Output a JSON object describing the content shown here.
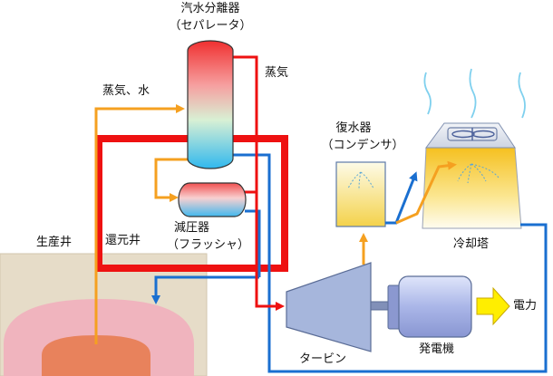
{
  "labels": {
    "separator_line1": "汽水分離器",
    "separator_line2": "（セパレータ）",
    "steam": "蒸気",
    "steam_water": "蒸気、水",
    "condenser_line1": "復水器",
    "condenser_line2": "（コンデンサ）",
    "production_well": "生産井",
    "reinjection_well": "還元井",
    "flasher_line1": "減圧器",
    "flasher_line2": "（フラッシャ）",
    "cooling_tower": "冷却塔",
    "power": "電力",
    "turbine": "タービン",
    "generator": "発電機"
  },
  "colors": {
    "steam_pipe": "#ee1111",
    "hot_water_pipe": "#f5a020",
    "cold_water_pipe": "#1a6fd0",
    "highlight_frame": "#ee1111",
    "ground": "#e6dcc8",
    "reservoir": "#f0b6c0",
    "reservoir_core": "#e8825c",
    "turbine": "#a6b6dc",
    "generator": "#b4c0ea",
    "power_arrow": "#ffee00"
  }
}
